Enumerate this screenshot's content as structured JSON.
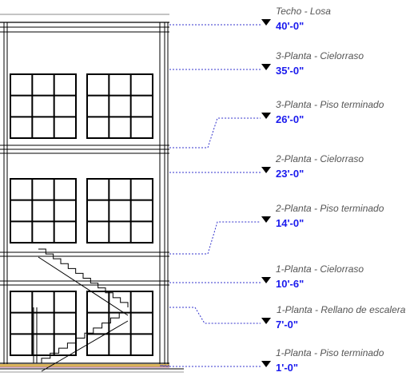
{
  "levels": [
    {
      "name": "Techo - Losa",
      "elevation": "40'-0\""
    },
    {
      "name": "3-Planta - Cielorraso",
      "elevation": "35'-0\""
    },
    {
      "name": "3-Planta - Piso terminado",
      "elevation": "26'-0\""
    },
    {
      "name": "2-Planta - Cielorraso",
      "elevation": "23'-0\""
    },
    {
      "name": "2-Planta - Piso terminado",
      "elevation": "14'-0\""
    },
    {
      "name": "1-Planta - Cielorraso",
      "elevation": "10'-6\""
    },
    {
      "name": "1-Planta - Rellano de escalera",
      "elevation": "7'-0\""
    },
    {
      "name": "1-Planta - Piso terminado",
      "elevation": "1'-0\""
    }
  ],
  "colors": {
    "level_text": "#555555",
    "elevation_text": "#1a1aee",
    "leader": "#3333cc",
    "building_line": "#000000",
    "ground_band": "#d9b35a"
  }
}
